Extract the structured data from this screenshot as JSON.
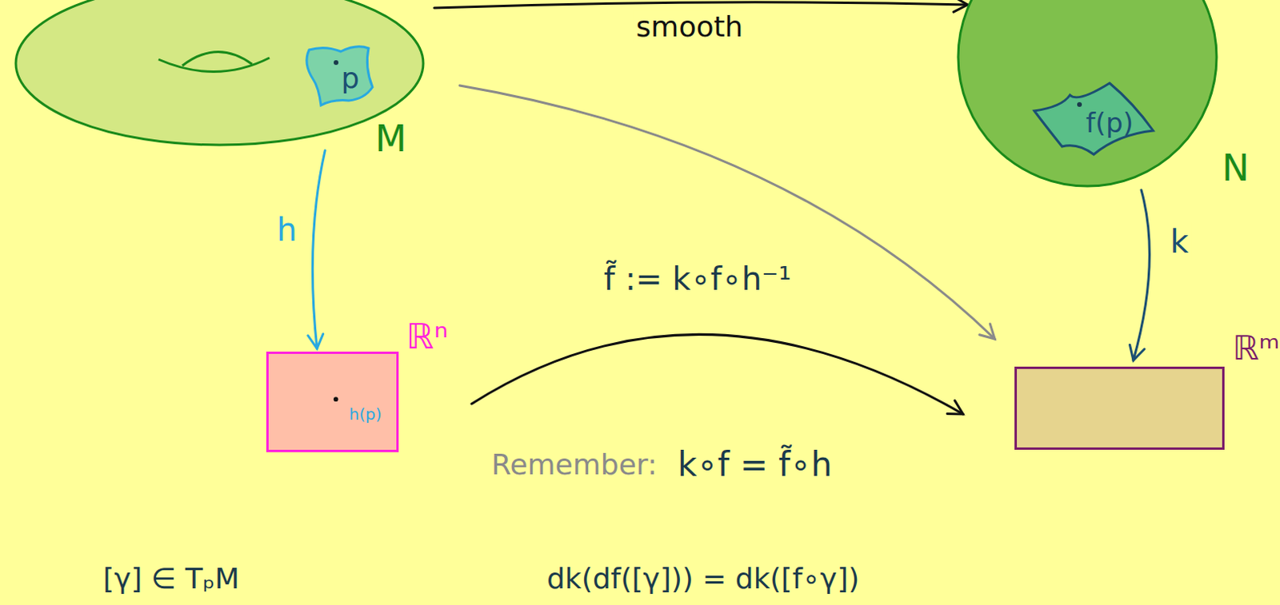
{
  "diagram": {
    "nodes": [
      {
        "text": [
          "M"
        ]
      },
      {
        "text": [
          "p"
        ],
        "in": 0
      },
      {
        "text": [
          "N"
        ]
      },
      {
        "text": [
          "f(p)"
        ],
        "in": 2
      },
      {
        "text": [
          "ℝⁿ",
          "h(p)"
        ]
      },
      {
        "text": [
          "ℝᵐ"
        ]
      }
    ],
    "edges": [
      {
        "from": 0,
        "to": 2,
        "arrow": "to",
        "label": "smooth"
      },
      {
        "from": 0,
        "to": 4,
        "arrow": "to",
        "label": "h"
      },
      {
        "from": 2,
        "to": 5,
        "arrow": "to",
        "label": "k"
      },
      {
        "from": 4,
        "to": 5,
        "arrow": "to",
        "label": "f̃ := k∘f∘h⁻¹"
      },
      {
        "from": 0,
        "to": 5,
        "arrow": "to"
      }
    ],
    "labels": [
      "Remember:",
      "k∘f = f̃∘h",
      "[γ] ∈ TₚM",
      "dk(df([γ])) = dk([f∘γ])"
    ]
  }
}
